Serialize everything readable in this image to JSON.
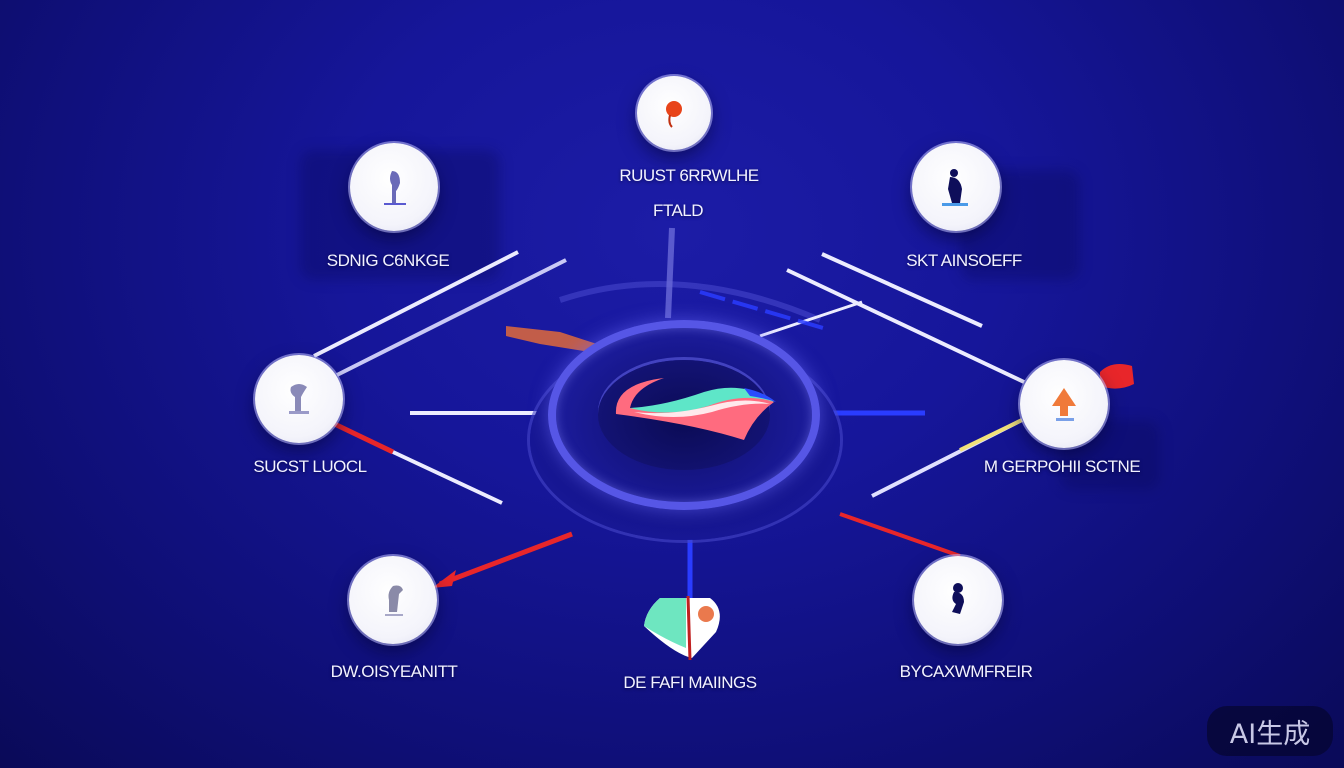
{
  "diagram": {
    "type": "hub-and-spoke",
    "center": {
      "name": "central-logo-hub",
      "icon": "wave-ribbon-logo",
      "colors": {
        "ring": "#5656e6",
        "ribbon_pink": "#ff6b7f",
        "ribbon_teal": "#5ee6c8",
        "ribbon_blue": "#2a4cff"
      }
    },
    "nodes": [
      {
        "id": "top",
        "label_line1": "RUUST 6RRWLHE",
        "label_line2": "FTALD",
        "icon": "figure-red-icon"
      },
      {
        "id": "upper-left",
        "label": "SDNIG C6NKGE",
        "icon": "standing-figure-icon"
      },
      {
        "id": "upper-right",
        "label": "SKT AINSOEFF",
        "icon": "silhouette-figure-icon"
      },
      {
        "id": "mid-left",
        "label": "SUCST LUOCL",
        "icon": "statue-figure-icon"
      },
      {
        "id": "mid-right",
        "label": "M GERPOHII SCTNE",
        "icon": "orange-arrow-up-icon"
      },
      {
        "id": "lower-left",
        "label": "DW.OISYEANITT",
        "icon": "gray-figure-icon"
      },
      {
        "id": "bottom",
        "label": "DE FAFI MAIINGS",
        "icon": "teal-diamond-icon"
      },
      {
        "id": "lower-right",
        "label": "BYCAXWMFREIR",
        "icon": "dark-figure-icon"
      }
    ],
    "connector_colors": {
      "white": "#e8e8ff",
      "red": "#e8262a",
      "blue": "#2a3cff",
      "orange": "#e86a3a",
      "yellow": "#f2e27a"
    }
  },
  "watermark": {
    "text": "AI生成"
  }
}
